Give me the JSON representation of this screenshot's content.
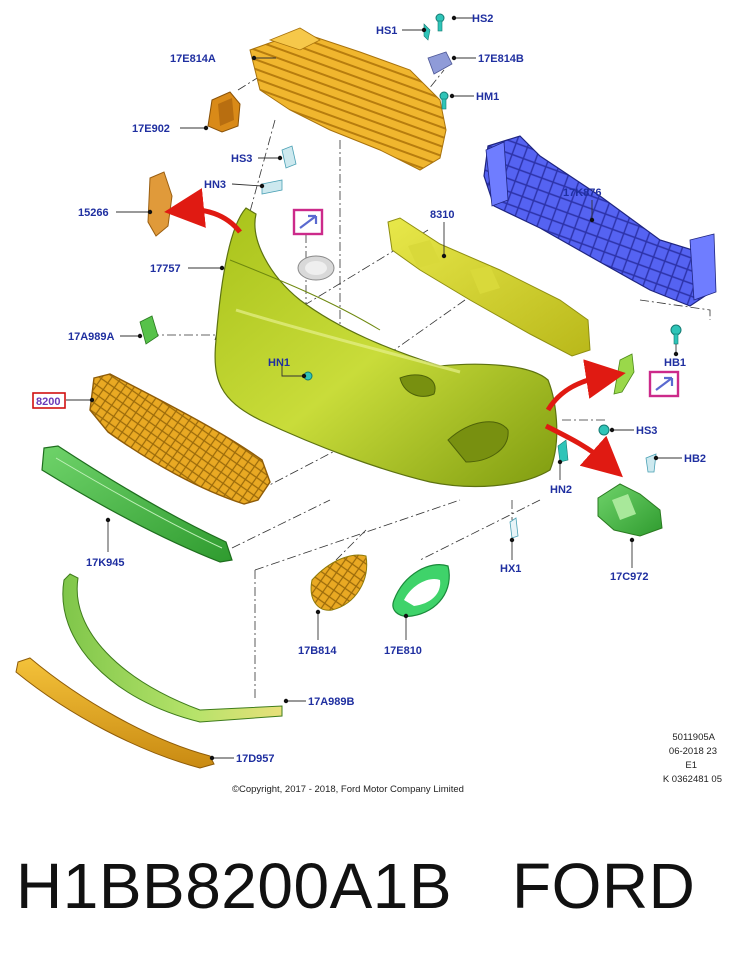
{
  "callouts": {
    "hs2": "HS2",
    "hs1": "HS1",
    "e814a": "17E814A",
    "e814b": "17E814B",
    "hm1": "HM1",
    "e902": "17E902",
    "hs3_top": "HS3",
    "hn3": "HN3",
    "k876": "17K876",
    "p15266": "15266",
    "p8310": "8310",
    "p17757": "17757",
    "a989a": "17A989A",
    "hb1": "HB1",
    "hn1": "HN1",
    "p8200": "8200",
    "hs3_right": "HS3",
    "hb2": "HB2",
    "hn2": "HN2",
    "k945": "17K945",
    "hx1": "HX1",
    "c972": "17C972",
    "b814": "17B814",
    "e810": "17E810",
    "a989b": "17A989B",
    "d957": "17D957"
  },
  "highlight_color": "#cc2a8a",
  "label_color": "#1f2fa0",
  "illustration_ref": [
    "5011905A",
    "06-2018 23",
    "E1",
    "K 0362481 05"
  ],
  "copyright": "©Copyright, 2017 - 2018, Ford Motor Company Limited",
  "part_number": "H1BB8200A1B",
  "brand": "FORD"
}
